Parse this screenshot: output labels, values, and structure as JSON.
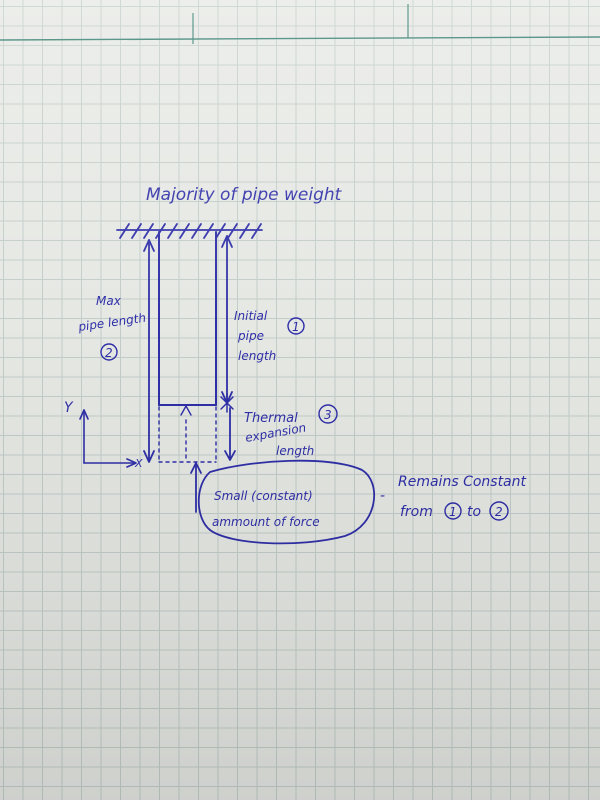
{
  "colors": {
    "ink": "#2f2fa8",
    "grid": "#c2cdc9",
    "paper": "#e6e8e4",
    "top_line": "#2e7a6a"
  },
  "labels": {
    "top": "Majority of pipe weight",
    "max_line1": "Max",
    "max_line2": "pipe length",
    "max_num": "2",
    "initial_line1": "Initial",
    "initial_line2": "pipe",
    "initial_line3": "length",
    "initial_num": "1",
    "thermal_line1": "Thermal",
    "thermal_line2": "expansion",
    "thermal_line3": "length",
    "thermal_num": "3",
    "axis_y": "Y",
    "axis_x": "X",
    "force_line1": "Small (constant)",
    "force_line2": "ammount of force",
    "dash": "-",
    "remains_line1": "Remains Constant",
    "remains_from": "from",
    "remains_num1": "1",
    "remains_to": "to",
    "remains_num2": "2"
  }
}
